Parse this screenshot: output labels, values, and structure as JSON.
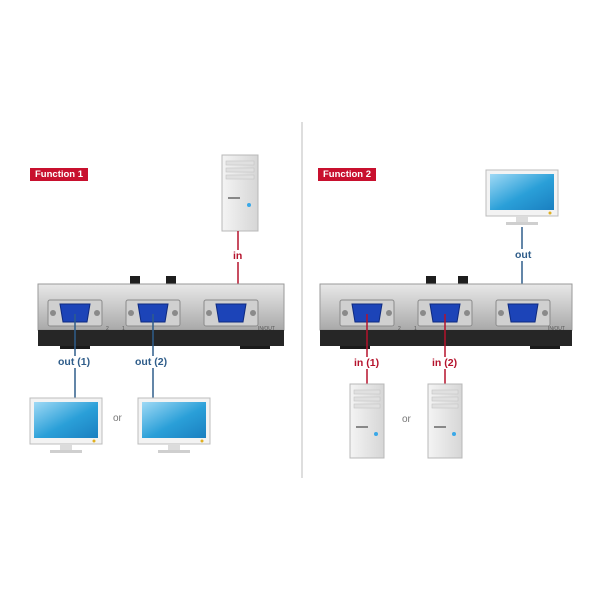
{
  "function1": {
    "badge": "Function 1",
    "input_label": "in",
    "output_labels": [
      "out (1)",
      "out (2)"
    ],
    "or_text": "or",
    "port_labels": [
      "2",
      "1",
      "IN/OUT"
    ]
  },
  "function2": {
    "badge": "Function 2",
    "output_label": "out",
    "input_labels": [
      "in (1)",
      "in (2)"
    ],
    "or_text": "or",
    "port_labels": [
      "2",
      "1",
      "IN/OUT"
    ]
  },
  "colors": {
    "badge": "#c8102e",
    "input_line": "#b5122c",
    "output_line": "#2f5d8a",
    "port_blue": "#1c44b8",
    "screen_blue": "#2a9fd8"
  },
  "icons": [
    "computer-tower-icon",
    "monitor-icon",
    "vga-port-icon",
    "switch-box-icon"
  ]
}
